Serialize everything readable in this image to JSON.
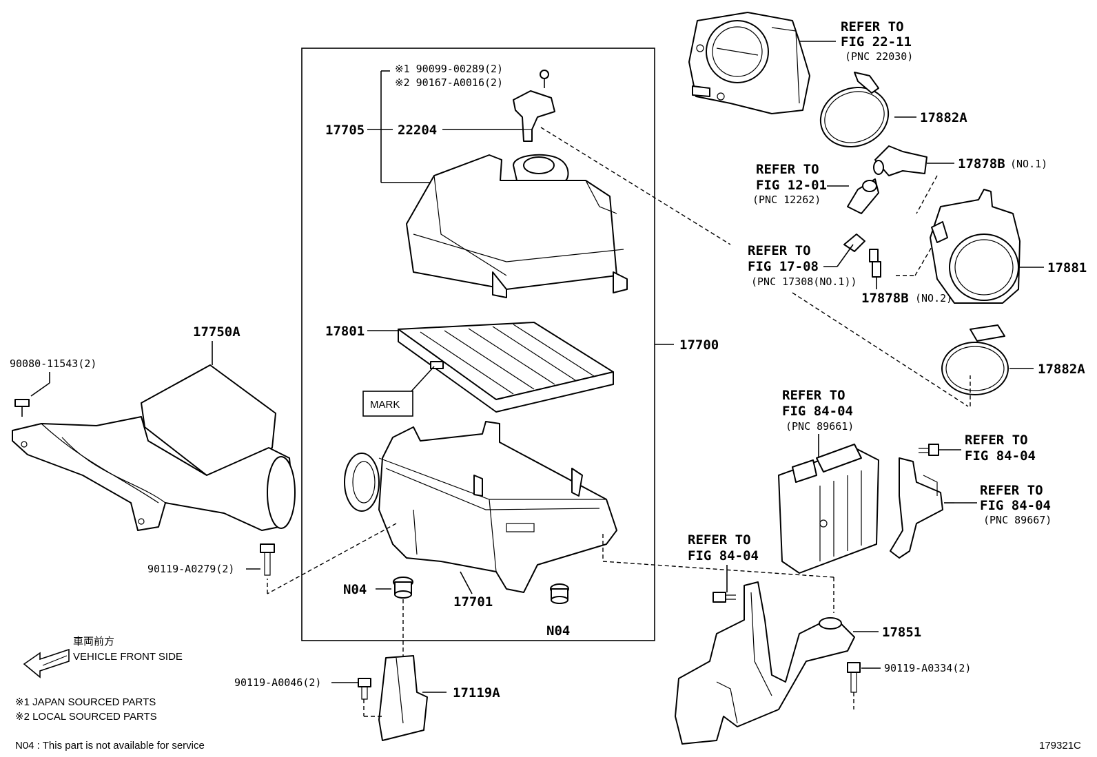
{
  "parts": {
    "p17705": "17705",
    "p22204": "22204",
    "screw1": "※1 90099-00289(2)",
    "screw2": "※2 90167-A0016(2)",
    "p17801": "17801",
    "mark": "MARK",
    "p17700": "17700",
    "p17701": "17701",
    "n04a": "N04",
    "n04b": "N04",
    "p17750a": "17750A",
    "p90080": "90080-11543(2)",
    "p90119_0279": "90119-A0279(2)",
    "p90119_0046": "90119-A0046(2)",
    "p17119a": "17119A",
    "p17882a_top": "17882A",
    "p17878b_1": "17878B",
    "p17878b_1_sub": "(NO.1)",
    "p17881": "17881",
    "p17878b_2": "17878B",
    "p17878b_2_sub": "(NO.2)",
    "p17882a_bot": "17882A",
    "p17851": "17851",
    "p90119_0334": "90119-A0334(2)"
  },
  "refs": {
    "r1": [
      "REFER TO",
      "FIG 22-11",
      "(PNC 22030)"
    ],
    "r2": [
      "REFER TO",
      "FIG 12-01",
      "(PNC 12262)"
    ],
    "r3": [
      "REFER TO",
      "FIG 17-08",
      "(PNC 17308(NO.1))"
    ],
    "r4": [
      "REFER TO",
      "FIG 84-04",
      "(PNC 89661)"
    ],
    "r5": [
      "REFER TO",
      "FIG 84-04"
    ],
    "r6": [
      "REFER TO",
      "FIG 84-04",
      "(PNC 89667)"
    ],
    "r7": [
      "REFER TO",
      "FIG 84-04"
    ]
  },
  "notes": {
    "front_jp": "車両前方",
    "front_en": "VEHICLE FRONT SIDE",
    "note1": "※1 JAPAN SOURCED PARTS",
    "note2": "※2 LOCAL SOURCED PARTS",
    "n04_note": "N04 : This part is not available for service",
    "fig_code": "179321C"
  }
}
